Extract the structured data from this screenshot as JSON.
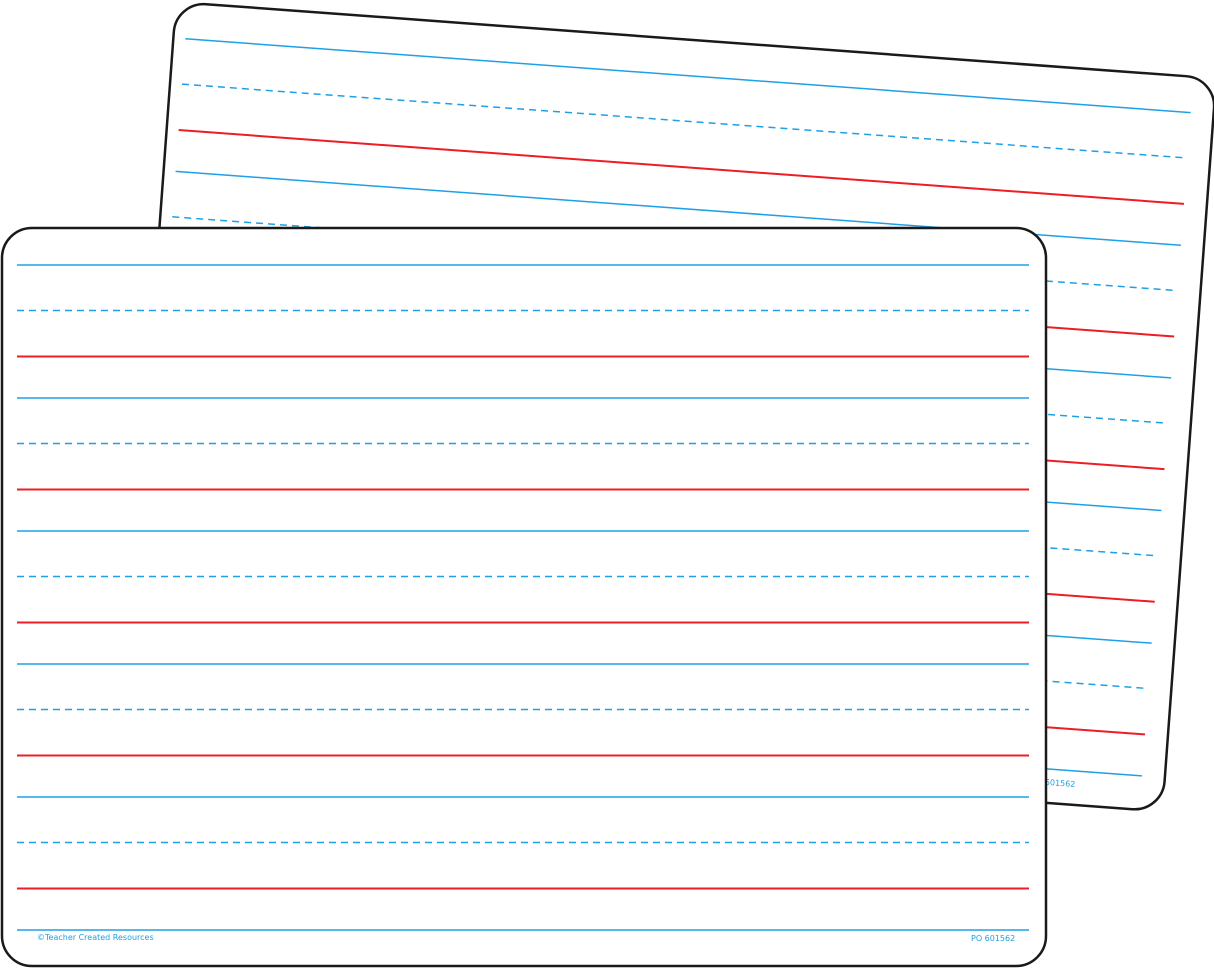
{
  "colors": {
    "blue_line": "#1ea0e6",
    "red_line": "#ee1c24",
    "board_border": "#1a1a1a",
    "board_fill": "#ffffff",
    "text": "#1ea0e6"
  },
  "back_board": {
    "product_code": "PO 601562",
    "line_pattern": [
      "solid-blue",
      "dashed-blue",
      "solid-red"
    ]
  },
  "front_board": {
    "copyright": "©Teacher Created Resources",
    "product_code": "PO 601562",
    "line_pattern": [
      "solid-blue",
      "dashed-blue",
      "solid-red"
    ]
  }
}
